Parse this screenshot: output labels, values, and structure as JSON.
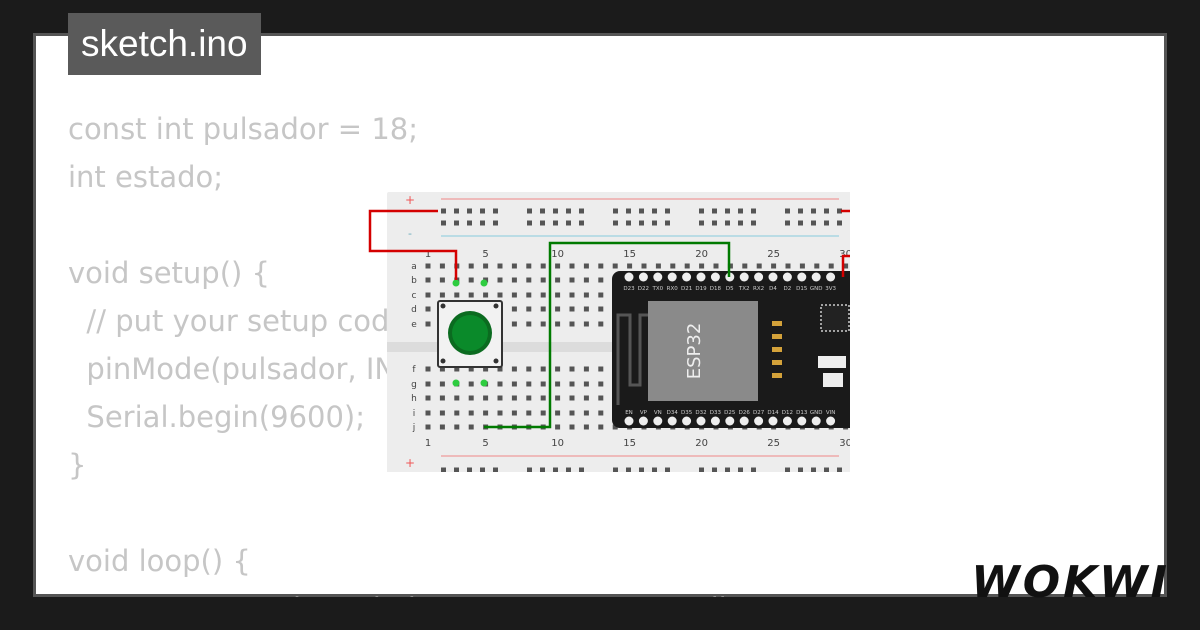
{
  "tab": {
    "filename": "sketch.ino"
  },
  "editor": {
    "code_lines": [
      "const int pulsador = 18;",
      "int estado;",
      "",
      "void setup() {",
      "  // put your setup code here, to run once:",
      "  pinMode(pulsador, INPUT_PULLUP);",
      "  Serial.begin(9600);",
      "}",
      "",
      "void loop() {",
      "  // put your main code here, to run repeatedly:"
    ]
  },
  "breadboard": {
    "columns_top": [
      "1",
      "5",
      "10",
      "15",
      "20",
      "25",
      "30"
    ],
    "columns_bottom": [
      "1",
      "5",
      "10",
      "15",
      "20",
      "25",
      "30"
    ],
    "rows_top": [
      "a",
      "b",
      "c",
      "d",
      "e"
    ],
    "rows_bottom": [
      "f",
      "g",
      "h",
      "i",
      "j"
    ],
    "rail_plus": "+",
    "rail_minus": "-"
  },
  "esp32": {
    "label": "ESP32",
    "pins_top": [
      "3V3",
      "GND",
      "D15",
      "D2",
      "D4",
      "RX2",
      "TX2",
      "D5",
      "D18",
      "D19",
      "D21",
      "RX0",
      "TX0",
      "D22",
      "D23"
    ],
    "pins_bottom": [
      "VIN",
      "GND",
      "D13",
      "D12",
      "D14",
      "D27",
      "D26",
      "D25",
      "D33",
      "D32",
      "D35",
      "D34",
      "VN",
      "VP",
      "EN"
    ]
  },
  "brand": {
    "logo": "WOKWI"
  },
  "colors": {
    "wire_red": "#d40000",
    "wire_green": "#007a00",
    "button_cap": "#0a8a2a"
  }
}
